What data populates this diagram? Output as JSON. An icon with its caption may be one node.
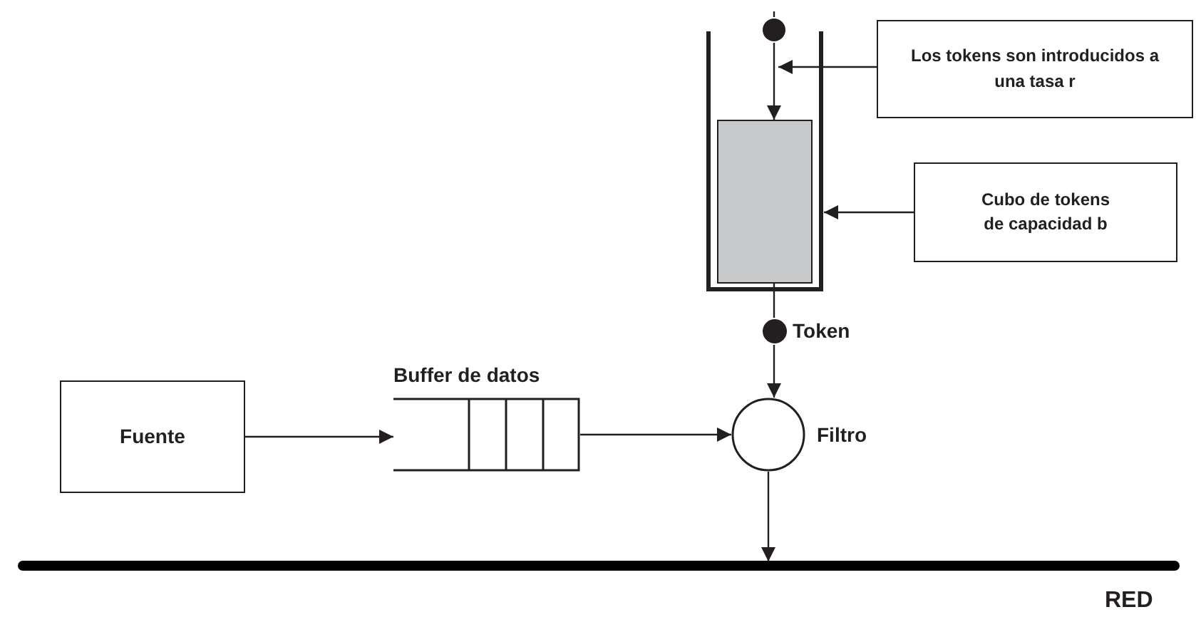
{
  "diagram": {
    "nodes": [
      {
        "text": [
          "Fuente"
        ]
      },
      {
        "text": [
          "Buffer de datos"
        ]
      },
      {
        "text": [],
        "shape": "circle",
        "beside": [
          "Filtro"
        ]
      },
      {
        "text": [],
        "shape": "bucket"
      },
      {
        "text": [],
        "shape": "box",
        "in": 3
      },
      {
        "text": [],
        "shape": "circle"
      },
      {
        "text": [],
        "shape": "circle",
        "beside": [
          "Token"
        ]
      },
      {
        "text": [
          "Los tokens son introducidos a una tasa r"
        ]
      },
      {
        "text": [
          "Cubo de tokens de capacidad b"
        ]
      },
      {
        "text": [],
        "shape": "bar",
        "beside": [
          "RED"
        ]
      }
    ],
    "edges": [
      {
        "from": 0,
        "to": 1,
        "arrow": "to"
      },
      {
        "from": 1,
        "to": 2,
        "arrow": "to"
      },
      {
        "from": null,
        "to": 5,
        "arrow": "none"
      },
      {
        "from": 5,
        "to": 4,
        "arrow": "to"
      },
      {
        "from": 4,
        "to": 6,
        "arrow": "none"
      },
      {
        "from": 6,
        "to": 2,
        "arrow": "to"
      },
      {
        "from": 7,
        "to": 5,
        "arrow": "to"
      },
      {
        "from": 8,
        "to": 3,
        "arrow": "to"
      },
      {
        "from": 2,
        "to": 9,
        "arrow": "to"
      }
    ]
  }
}
